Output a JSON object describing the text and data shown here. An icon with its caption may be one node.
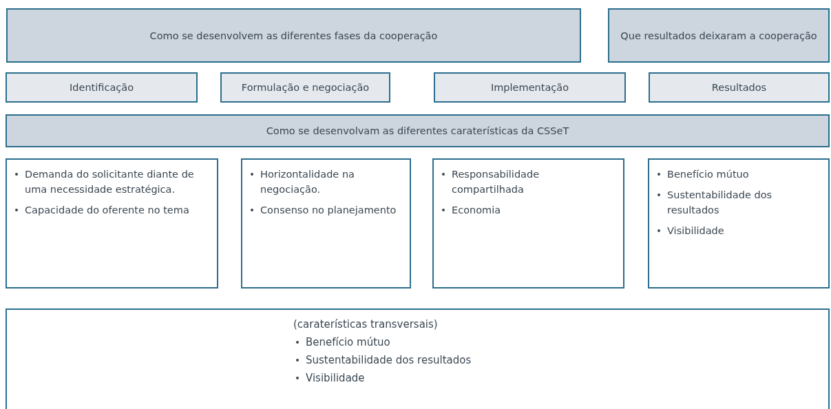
{
  "diagram": {
    "nodes": [
      {
        "text": [
          "Como se desenvolvem as diferentes fases da cooperação"
        ]
      },
      {
        "text": [
          "Que resultados deixaram a cooperação"
        ]
      },
      {
        "text": [
          "Identificação"
        ]
      },
      {
        "text": [
          "Formulação e negociação"
        ]
      },
      {
        "text": [
          "Implementação"
        ]
      },
      {
        "text": [
          "Resultados"
        ]
      },
      {
        "text": [
          "Como se desenvolvam as diferentes caraterísticas da CSSeT"
        ]
      },
      {
        "text": [
          "Demanda do solicitante diante de uma necessidade estratégica.",
          "Capacidade do oferente no tema"
        ]
      },
      {
        "text": [
          "Horizontalidade na negociação.",
          "Consenso no planejamento"
        ]
      },
      {
        "text": [
          "Responsabilidade compartilhada",
          "Economia"
        ]
      },
      {
        "text": [
          "Benefício mútuo",
          "Sustentabilidade dos resultados",
          "Visibilidade"
        ]
      },
      {
        "text": [
          "(caraterísticas transversais)",
          "Benefício mútuo",
          "Sustentabilidade dos resultados",
          "Visibilidade"
        ]
      }
    ]
  }
}
